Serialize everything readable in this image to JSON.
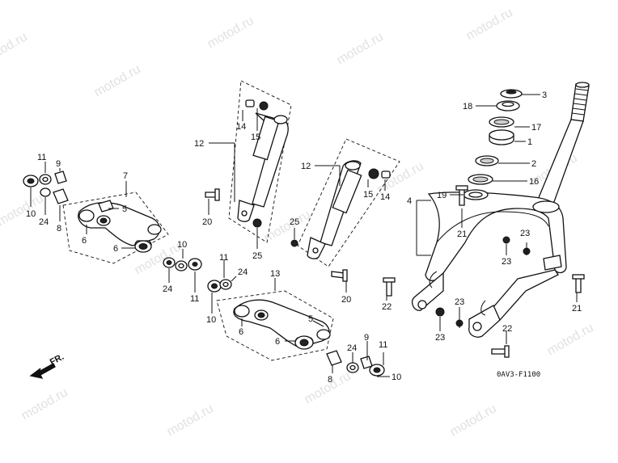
{
  "watermark": "motod.ru",
  "diagram_code": "0AV3-F1100",
  "front_label": "FR.",
  "callouts": {
    "c3": "3",
    "c18": "18",
    "c17": "17",
    "c1": "1",
    "c2": "2",
    "c16": "16",
    "c19": "19",
    "c4": "4",
    "c21a": "21",
    "c21b": "21",
    "c23a": "23",
    "c23b": "23",
    "c23c": "23",
    "c23d": "23",
    "c22a": "22",
    "c22b": "22",
    "c12a": "12",
    "c14a": "14",
    "c15a": "15",
    "c20a": "20",
    "c25a": "25",
    "c12b": "12",
    "c15b": "15",
    "c14b": "14",
    "c25b": "25",
    "c20b": "20",
    "c7": "7",
    "c5a": "5",
    "c6a": "6",
    "c6b": "6",
    "c11a": "11",
    "c9a": "9",
    "c10a": "10",
    "c24a": "24",
    "c8a": "8",
    "c10b": "10",
    "c24b": "24",
    "c11b": "11",
    "c11c": "11",
    "c24c": "24",
    "c10c": "10",
    "c13": "13",
    "c5b": "5",
    "c6c": "6",
    "c6d": "6",
    "c9b": "9",
    "c24d": "24",
    "c11d": "11",
    "c8b": "8",
    "c10d": "10"
  }
}
